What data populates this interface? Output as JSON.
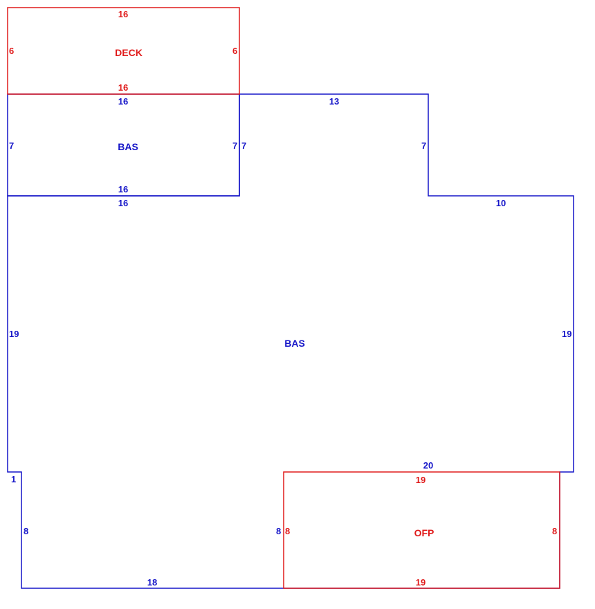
{
  "colors": {
    "living": "#1515c8",
    "other": "#e01b1b",
    "background": "#ffffff"
  },
  "areas": {
    "deck": {
      "name": "DECK",
      "dims": {
        "top": "16",
        "left": "6",
        "right": "6",
        "bottom": "16"
      }
    },
    "bas_upper": {
      "name": "BAS",
      "dims": {
        "top": "16",
        "left": "7",
        "right": "7",
        "bottom": "16"
      }
    },
    "bas_main": {
      "name": "BAS",
      "dims": {
        "top_left": "16",
        "top_mid": "13",
        "notch_right": "7",
        "notch_upper_left": "7",
        "top_right": "10",
        "right": "19",
        "left": "19",
        "bottom_right": "20",
        "step": "1",
        "lower_left": "8",
        "bottom_left": "18",
        "lower_right": "8"
      }
    },
    "ofp": {
      "name": "OFP",
      "dims": {
        "top": "19",
        "left": "8",
        "right": "8",
        "bottom": "19"
      }
    }
  }
}
